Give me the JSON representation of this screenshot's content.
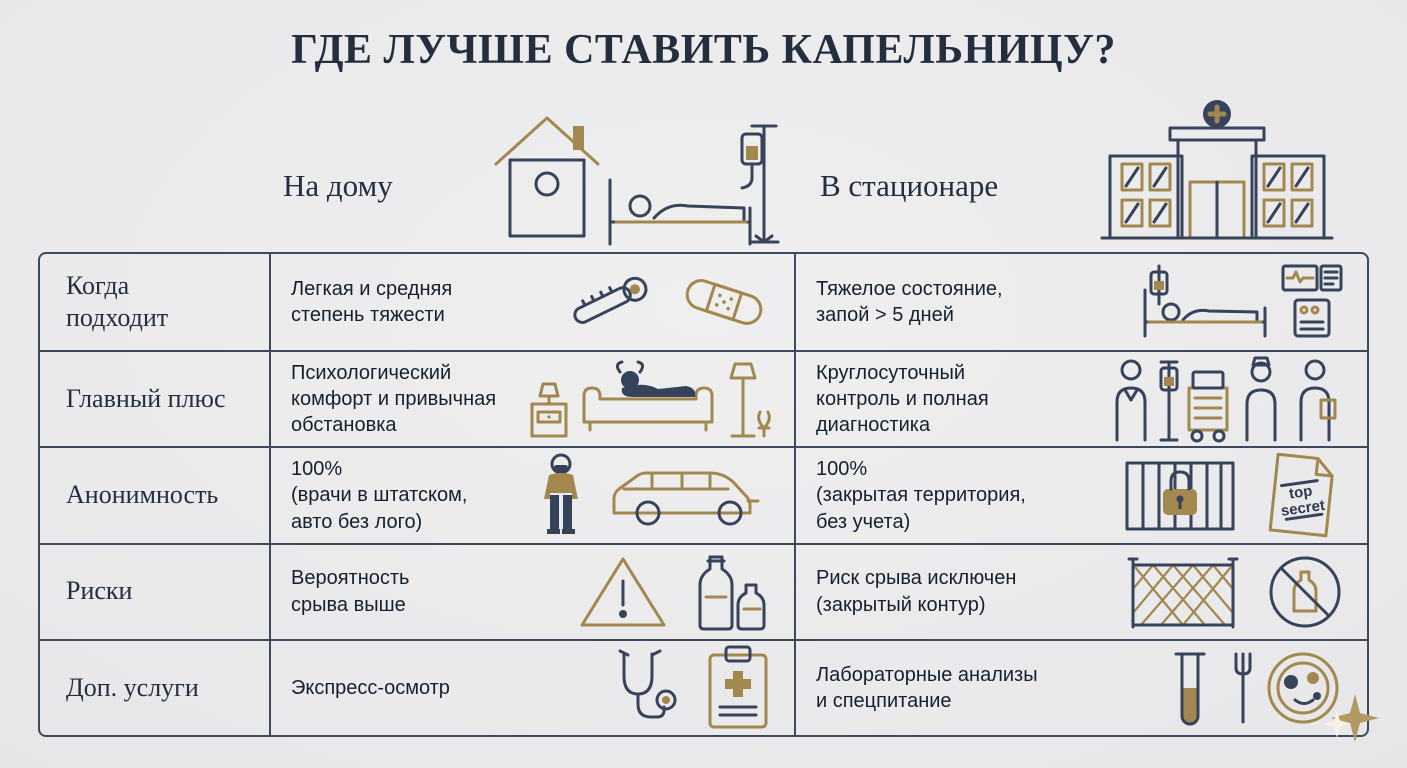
{
  "title": "ГДЕ ЛУЧШЕ СТАВИТЬ КАПЕЛЬНИЦУ?",
  "colors": {
    "navy": "#36435a",
    "gold": "#a2884e",
    "background": "#e9e9eb",
    "border": "#3e4a5c",
    "text": "#15202e"
  },
  "columns": {
    "home": {
      "label": "На дому",
      "icons": [
        "house-icon",
        "patient-bed-iv-icon"
      ]
    },
    "hospital": {
      "label": "В стационаре",
      "icons": [
        "hospital-icon"
      ]
    }
  },
  "rows": [
    {
      "label": "Когда\nподходит",
      "home": {
        "text": "Легкая и средняя\nстепень тяжести",
        "icons": [
          "thermometer-icon",
          "bandaid-icon"
        ]
      },
      "hospital": {
        "text": "Тяжелое состояние,\nзапой > 5 дней",
        "icons": [
          "hospital-bed-monitor-icon"
        ]
      }
    },
    {
      "label": "Главный плюс",
      "home": {
        "text": "Психологический\nкомфорт и привычная\nобстановка",
        "icons": [
          "couch-rest-icon"
        ]
      },
      "hospital": {
        "text": "Круглосуточный\nконтроль и полная\nдиагностика",
        "icons": [
          "medical-staff-icon"
        ]
      }
    },
    {
      "label": "Анонимность",
      "home": {
        "text": "100%\n(врачи в штатском,\nавто без лого)",
        "icons": [
          "plainclothes-person-icon",
          "van-icon"
        ]
      },
      "hospital": {
        "text": "100%\n(закрытая территория,\nбез учета)",
        "icons": [
          "gate-lock-icon",
          "top-secret-document-icon"
        ]
      }
    },
    {
      "label": "Риски",
      "home": {
        "text": "Вероятность\nсрыва выше",
        "icons": [
          "warning-triangle-icon",
          "bottles-icon"
        ]
      },
      "hospital": {
        "text": "Риск срыва исключен\n(закрытый контур)",
        "icons": [
          "fence-icon",
          "no-alcohol-icon"
        ]
      }
    },
    {
      "label": "Доп. услуги",
      "home": {
        "text": "Экспресс-осмотр",
        "icons": [
          "stethoscope-icon",
          "medical-form-icon"
        ]
      },
      "hospital": {
        "text": "Лабораторные анализы\nи спецпитание",
        "icons": [
          "test-tube-icon",
          "meal-icon"
        ]
      }
    }
  ],
  "icons": {
    "top_secret": {
      "line1": "top",
      "line2": "secret"
    }
  }
}
